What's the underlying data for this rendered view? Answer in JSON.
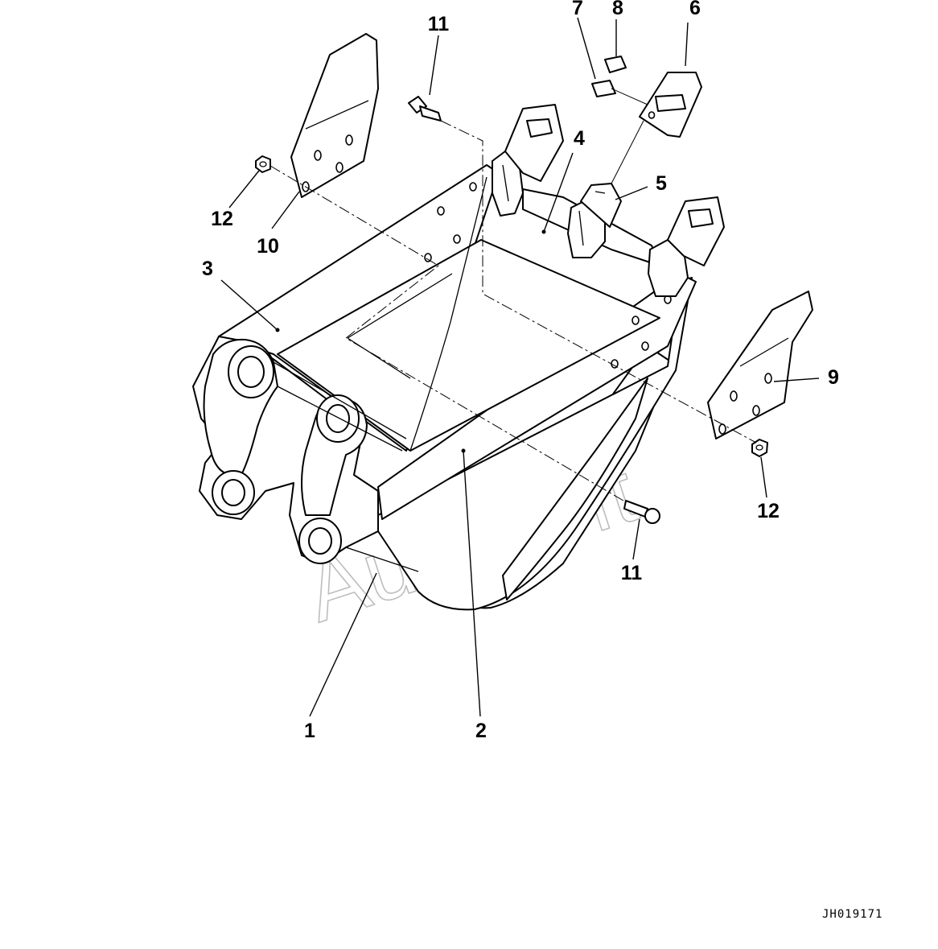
{
  "drawing": {
    "watermark": "AutoSoft",
    "code": "JH019171",
    "callouts": {
      "c1": "1",
      "c2": "2",
      "c3": "3",
      "c4": "4",
      "c5": "5",
      "c6": "6",
      "c7": "7",
      "c8": "8",
      "c9": "9",
      "c10": "10",
      "c11a": "11",
      "c11b": "11",
      "c12a": "12",
      "c12b": "12"
    }
  }
}
